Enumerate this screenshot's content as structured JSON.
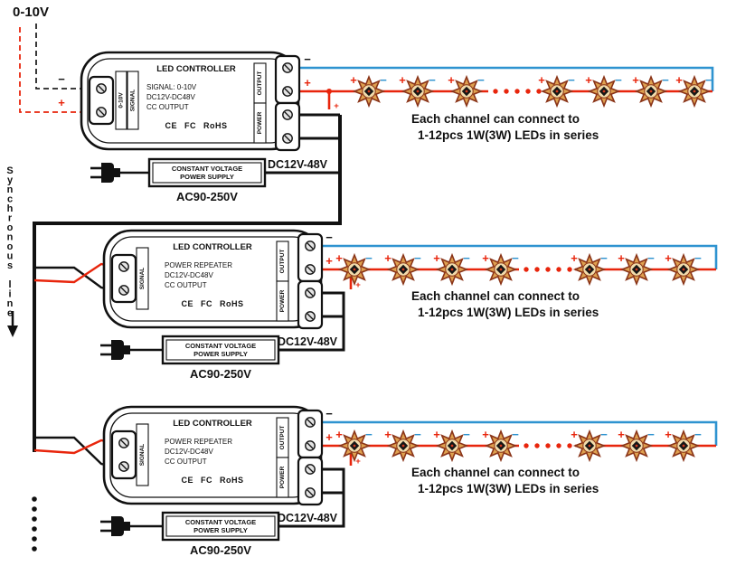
{
  "labels": {
    "signal_input": "0-10V",
    "sync_line": "Synchronous line",
    "plus": "+",
    "minus": "−",
    "dc_output": "DC12V-48V",
    "ac_input": "AC90-250V",
    "psu_line1": "CONSTANT VOLTAGE",
    "psu_line2": "POWER SUPPLY",
    "note_line1": "Each channel can connect to",
    "note_line2": "1-12pcs 1W(3W) LEDs in series"
  },
  "controllers": [
    {
      "title": "LED CONTROLLER",
      "spec1": "SIGNAL: 0-10V",
      "spec2": "DC12V-DC48V",
      "spec3": "CC OUTPUT",
      "cert": "CE FC RoHS",
      "strip_left_outer": "0-10V",
      "strip_left_inner": "SIGNAL",
      "strip_output": "OUTPUT",
      "strip_power": "POWER"
    },
    {
      "title": "LED CONTROLLER",
      "spec1": "POWER REPEATER",
      "spec2": "DC12V-DC48V",
      "spec3": "CC OUTPUT",
      "cert": "CE FC RoHS",
      "strip_left_inner": "SIGNAL",
      "strip_output": "OUTPUT",
      "strip_power": "POWER"
    },
    {
      "title": "LED CONTROLLER",
      "spec1": "POWER REPEATER",
      "spec2": "DC12V-DC48V",
      "spec3": "CC OUTPUT",
      "cert": "CE FC RoHS",
      "strip_left_inner": "SIGNAL",
      "strip_output": "OUTPUT",
      "strip_power": "POWER"
    }
  ],
  "colors": {
    "wire_positive": "#e8250c",
    "wire_negative": "#2e93d0",
    "wire_black": "#111111",
    "led_star": "#dfa150"
  }
}
